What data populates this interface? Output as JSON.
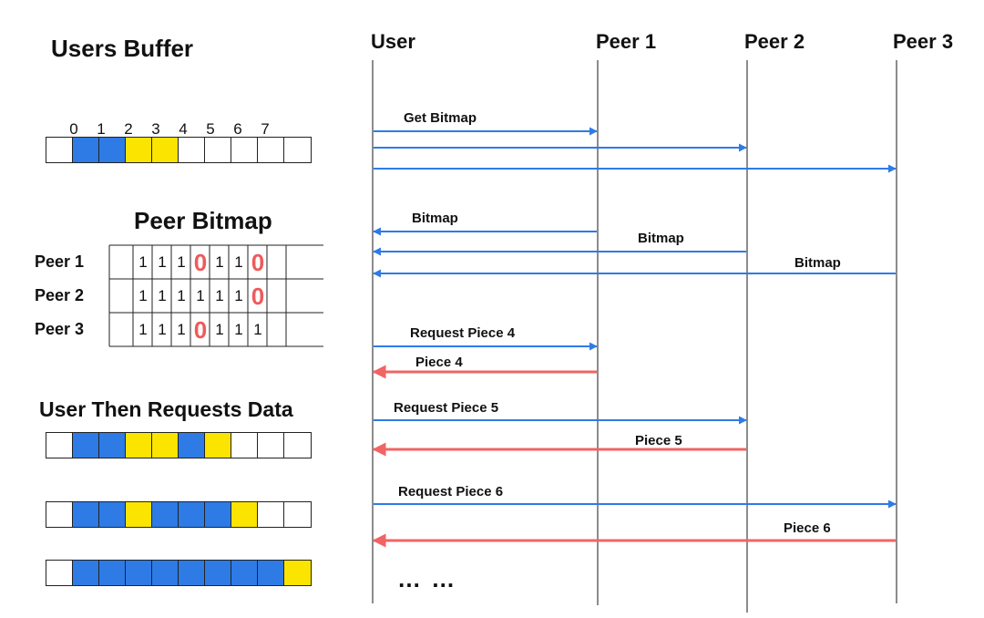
{
  "left_panel": {
    "buffer_title": "Users Buffer",
    "bitmap_title": "Peer Bitmap",
    "requests_title": "User Then Requests Data",
    "indices": [
      "0",
      "1",
      "2",
      "3",
      "4",
      "5",
      "6",
      "7"
    ],
    "initial_buffer": [
      "empty",
      "downloaded",
      "downloaded",
      "pending",
      "pending",
      "empty",
      "empty",
      "empty",
      "empty",
      "empty"
    ],
    "peers": [
      {
        "label": "Peer 1",
        "bits": [
          "1",
          "1",
          "1",
          "0",
          "1",
          "1",
          "0"
        ]
      },
      {
        "label": "Peer 2",
        "bits": [
          "1",
          "1",
          "1",
          "1",
          "1",
          "1",
          "0"
        ]
      },
      {
        "label": "Peer 3",
        "bits": [
          "1",
          "1",
          "1",
          "0",
          "1",
          "1",
          "1"
        ]
      }
    ],
    "request_buffers": [
      [
        "empty",
        "downloaded",
        "downloaded",
        "pending",
        "pending",
        "downloaded",
        "pending",
        "empty",
        "empty",
        "empty"
      ],
      [
        "empty",
        "downloaded",
        "downloaded",
        "pending",
        "downloaded",
        "downloaded",
        "downloaded",
        "pending",
        "empty",
        "empty"
      ],
      [
        "empty",
        "downloaded",
        "downloaded",
        "downloaded",
        "downloaded",
        "downloaded",
        "downloaded",
        "downloaded",
        "downloaded",
        "pending"
      ]
    ],
    "colors": {
      "downloaded": "#2e7be6",
      "pending": "#fbe400",
      "zero": "#f05a5a"
    }
  },
  "sequence": {
    "participants": [
      "User",
      "Peer 1",
      "Peer 2",
      "Peer 3"
    ],
    "messages": [
      {
        "from": "User",
        "to": "Peer 1",
        "label": "Get Bitmap",
        "kind": "request"
      },
      {
        "from": "User",
        "to": "Peer 2",
        "label": "",
        "kind": "request"
      },
      {
        "from": "User",
        "to": "Peer 3",
        "label": "",
        "kind": "request"
      },
      {
        "from": "Peer 1",
        "to": "User",
        "label": "Bitmap",
        "kind": "reply"
      },
      {
        "from": "Peer 2",
        "to": "User",
        "label": "Bitmap",
        "kind": "reply"
      },
      {
        "from": "Peer 3",
        "to": "User",
        "label": "Bitmap",
        "kind": "reply"
      },
      {
        "from": "User",
        "to": "Peer 1",
        "label": "Request Piece 4",
        "kind": "request"
      },
      {
        "from": "Peer 1",
        "to": "User",
        "label": "Piece 4",
        "kind": "data"
      },
      {
        "from": "User",
        "to": "Peer 2",
        "label": "Request Piece 5",
        "kind": "request"
      },
      {
        "from": "Peer 2",
        "to": "User",
        "label": "Piece 5",
        "kind": "data"
      },
      {
        "from": "User",
        "to": "Peer 3",
        "label": "Request Piece 6",
        "kind": "request"
      },
      {
        "from": "Peer 3",
        "to": "User",
        "label": "Piece 6",
        "kind": "data"
      }
    ],
    "ellipsis": "… …",
    "colors": {
      "request": "#2e7be6",
      "reply": "#2e7be6",
      "data": "#f06464",
      "lifeline": "#666666"
    }
  }
}
